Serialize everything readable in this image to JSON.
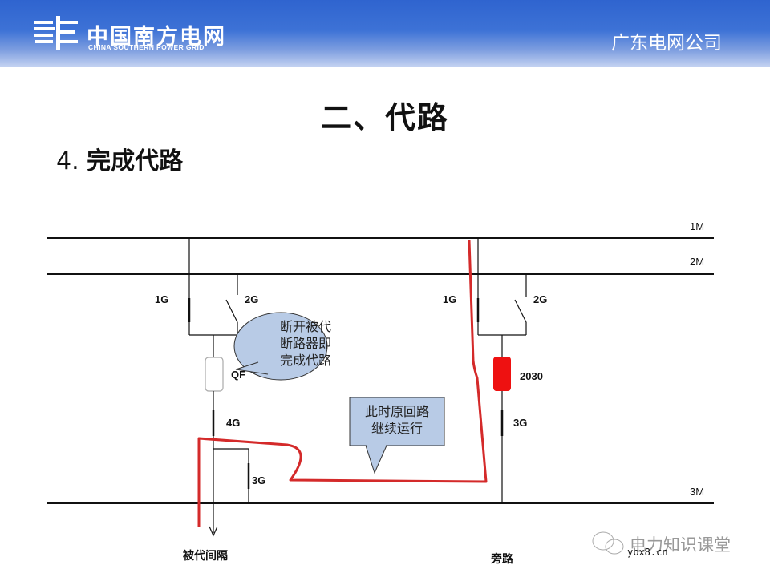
{
  "header": {
    "brand_cn": "中国南方电网",
    "brand_en": "CHINA SOUTHERN POWER GRID",
    "company": "广东电网公司",
    "colors": {
      "top": "#2f64cf",
      "bottom": "#c6d4f2"
    }
  },
  "slide": {
    "title": "二、代路",
    "subtitle_num": "4.",
    "subtitle_text": "完成代路"
  },
  "diagram": {
    "buses": [
      "1M",
      "2M",
      "3M"
    ],
    "left_bay": {
      "switch_1": "1G",
      "switch_2": "2G",
      "breaker": "QF",
      "switch_4": "4G",
      "switch_3": "3G",
      "label": "被代间隔"
    },
    "right_bay": {
      "switch_1": "1G",
      "switch_2": "2G",
      "breaker": "2030",
      "switch_3": "3G",
      "label": "旁路"
    },
    "callouts": {
      "bubble": [
        "断开被代",
        "断路器即",
        "完成代路"
      ],
      "box": [
        "此时原回路",
        "继续运行"
      ]
    },
    "colors": {
      "path": "#d42a2a",
      "breaker_closed": "#ee1111",
      "callout_fill": "#b8cbe6"
    }
  },
  "watermark": {
    "text": "电力知识课堂",
    "url": "ybx8.cn"
  }
}
